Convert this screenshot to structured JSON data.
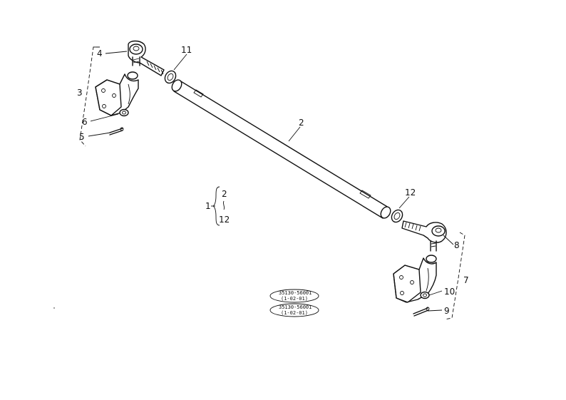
{
  "callouts": {
    "c1": "1",
    "c2": "2",
    "c3": "3",
    "c4": "4",
    "c5": "5",
    "c6": "6",
    "c7": "7",
    "c8": "8",
    "c9": "9",
    "c10": "10",
    "c11": "11",
    "c12": "12"
  },
  "group_bracket": {
    "label": "1",
    "top": "2",
    "bottom": "12"
  },
  "serial_stamps": [
    {
      "line1": "35130-56001",
      "line2": "(1-02-01)"
    },
    {
      "line1": "35130-56001",
      "line2": "(1-02-01)"
    }
  ]
}
